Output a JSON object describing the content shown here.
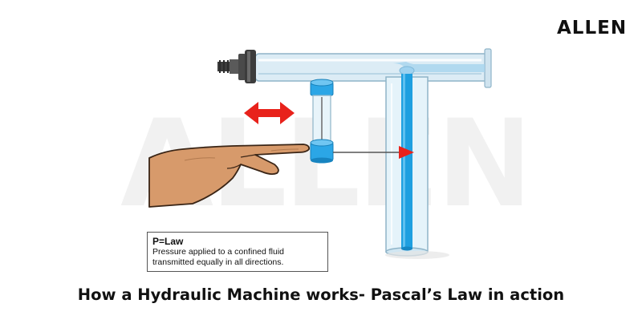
{
  "brand": {
    "logo_text": "ALLEN",
    "watermark_text": "ALLEN"
  },
  "info_box": {
    "title": "P=Law",
    "line1": "Pressure applied to a confined fluid",
    "line2": "transmitted equally in all directions."
  },
  "caption": "How a Hydraulic Machine works- Pascal’s Law in action",
  "colors": {
    "water": "#1e9fe0",
    "tube_glass": "#d9eef8",
    "tube_outline": "#8fb4c8",
    "arrow_red": "#e8221b",
    "skin": "#d79a6b",
    "dark_fittings": "#4a4a4a"
  },
  "icons": [
    "double-headed-arrow-icon",
    "hand-icon",
    "red-arrow-icon"
  ]
}
